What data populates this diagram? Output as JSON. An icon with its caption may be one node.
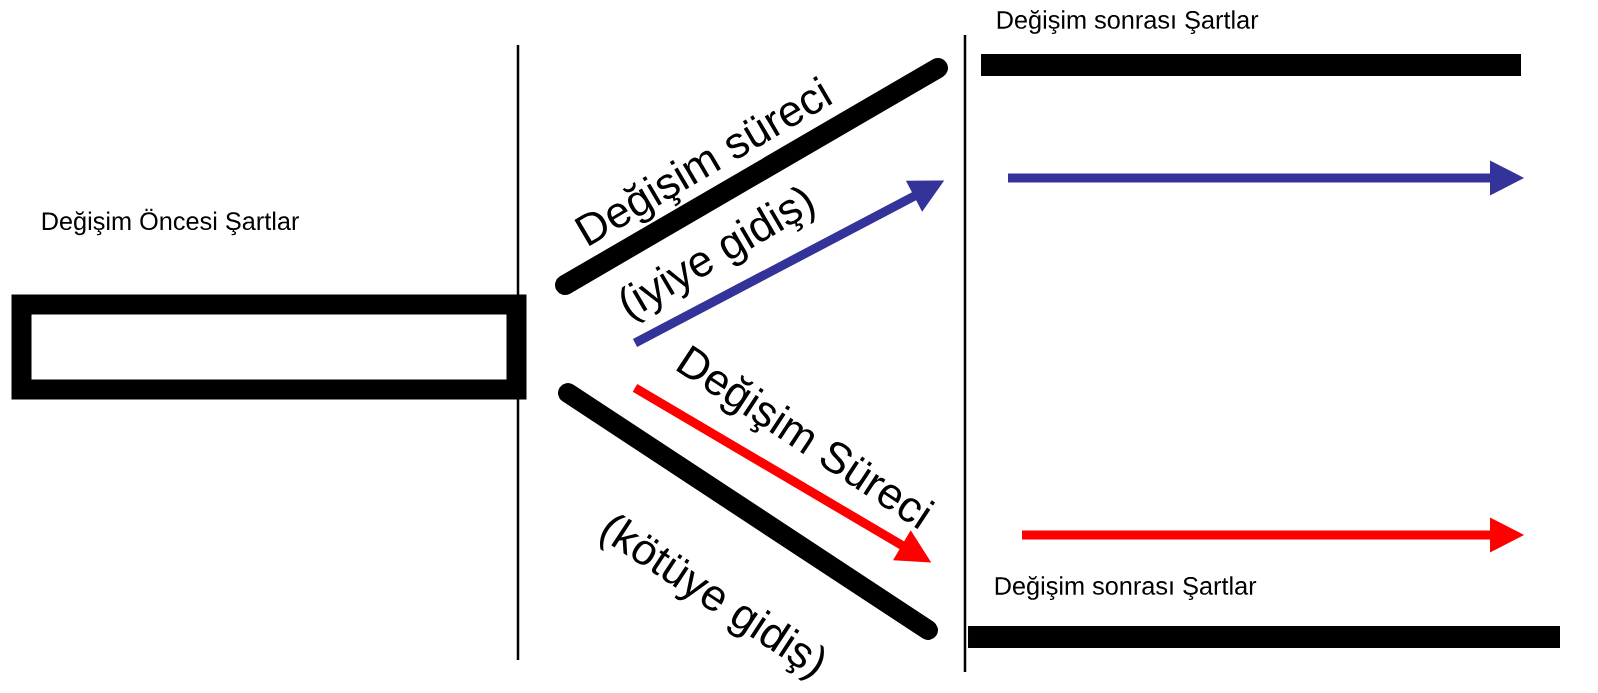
{
  "diagram": {
    "nodes": [
      {
        "text": [
          "Değişim Öncesi Şartlar"
        ]
      },
      {
        "text": [
          "Değişim sonrası Şartlar"
        ]
      },
      {
        "text": [
          "Değişim sonrası Şartlar"
        ]
      }
    ],
    "labels": [
      "Değişim süreci",
      "(iyiye gidiş)",
      "Değişim Süreci",
      "(kötüye gidiş)"
    ]
  }
}
